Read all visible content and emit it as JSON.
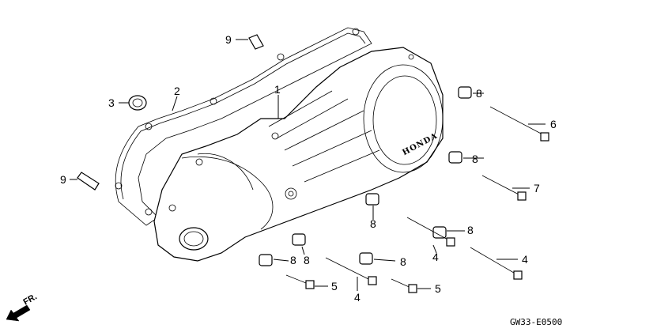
{
  "diagram": {
    "brand_mark": "HONDA",
    "direction_label": "FR.",
    "diagram_code": "GW33-E0500",
    "callouts": [
      {
        "id": "c1",
        "label": "1"
      },
      {
        "id": "c2",
        "label": "2"
      },
      {
        "id": "c3",
        "label": "3"
      },
      {
        "id": "c4a",
        "label": "4"
      },
      {
        "id": "c4b",
        "label": "4"
      },
      {
        "id": "c4c",
        "label": "4"
      },
      {
        "id": "c5a",
        "label": "5"
      },
      {
        "id": "c5b",
        "label": "5"
      },
      {
        "id": "c6",
        "label": "6"
      },
      {
        "id": "c7",
        "label": "7"
      },
      {
        "id": "c8a",
        "label": "8"
      },
      {
        "id": "c8b",
        "label": "8"
      },
      {
        "id": "c8c",
        "label": "8"
      },
      {
        "id": "c8d",
        "label": "8"
      },
      {
        "id": "c8e",
        "label": "8"
      },
      {
        "id": "c8f",
        "label": "8"
      },
      {
        "id": "c8g",
        "label": "8"
      },
      {
        "id": "c9a",
        "label": "9"
      },
      {
        "id": "c9b",
        "label": "9"
      }
    ]
  }
}
